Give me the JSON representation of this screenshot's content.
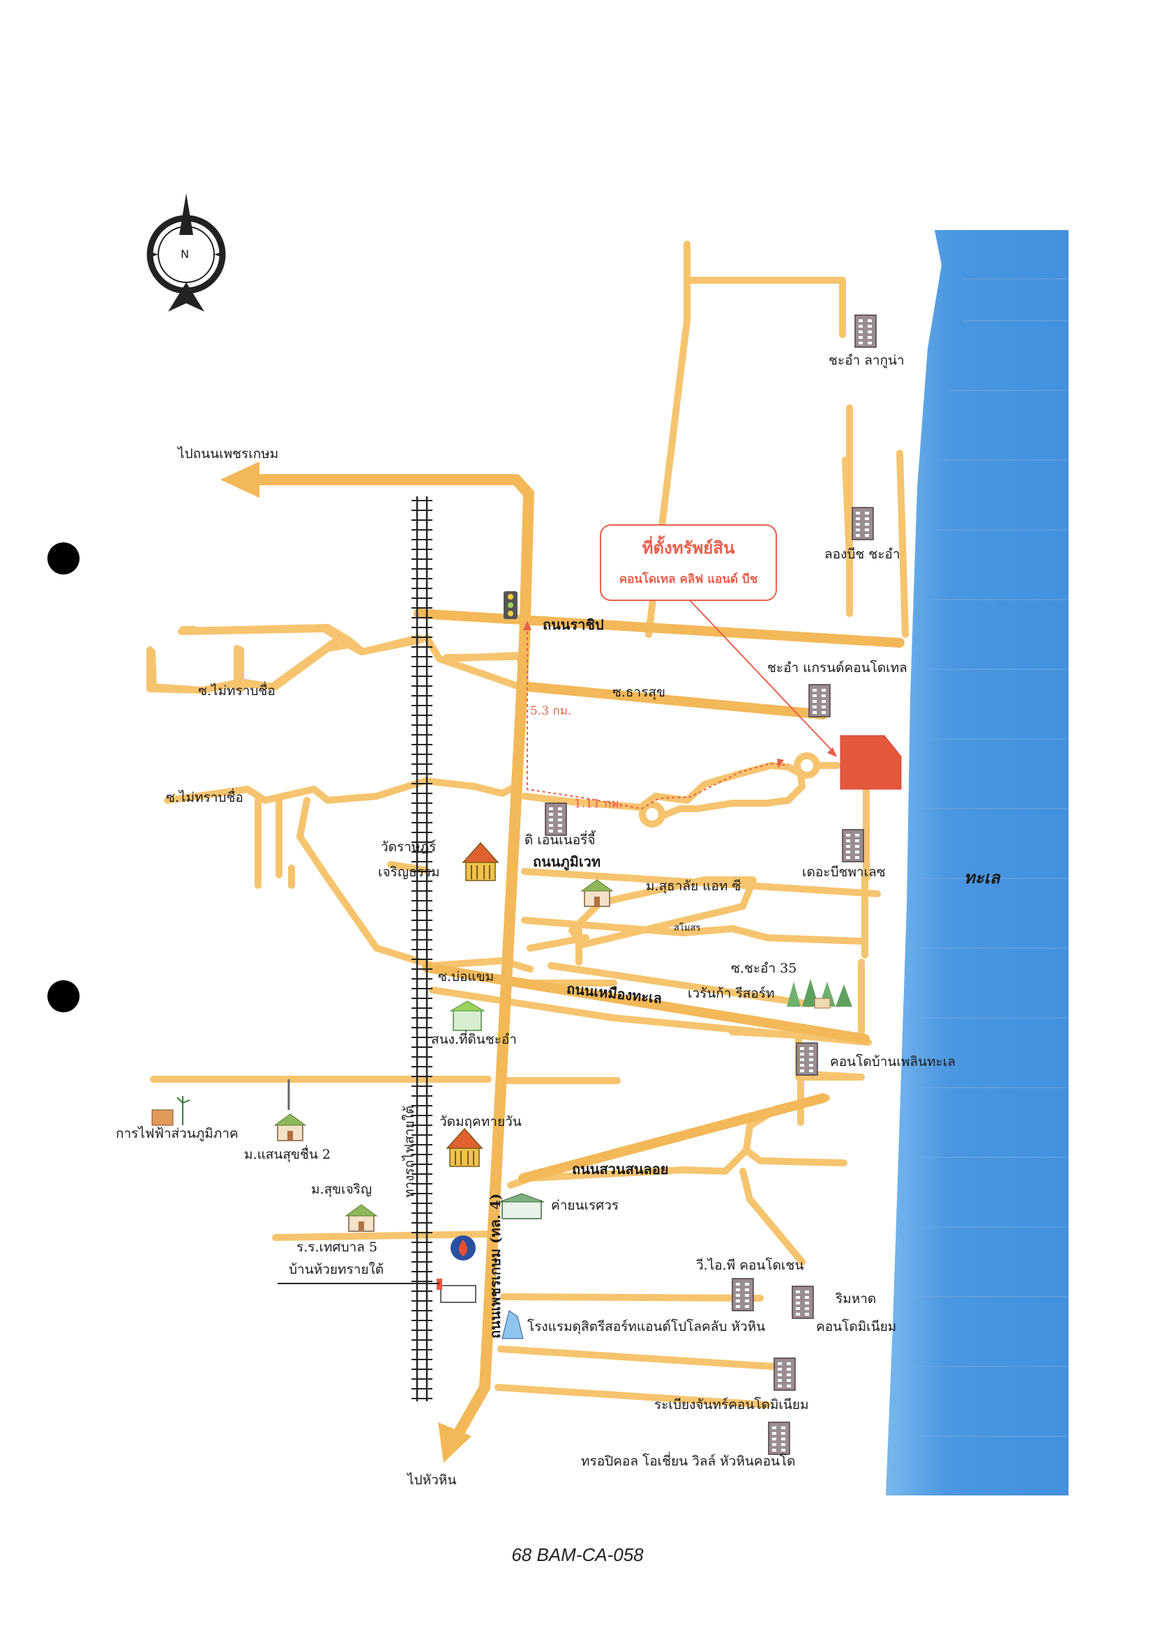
{
  "callout": {
    "title": "ที่ตั้งทรัพย์สิน",
    "subtitle": "คอนโดเทล คลิฟ แอนด์ บีช"
  },
  "sea_label": "ทะเล",
  "footer_code": "68 BAM-CA-058",
  "compass_letter": "N",
  "distances": {
    "north": "5.3 กม.",
    "east": "1.11 กม."
  },
  "roads": {
    "to_phetkasem": "ไปถนนเพชรเกษม",
    "ratchapi": "ถนนราชิป",
    "dharmasuk": "ซ.ธารสุข",
    "unknown_soi_1": "ซ.ไม่ทราบชื่อ",
    "unknown_soi_2": "ซ.ไม่ทราบชื่อ",
    "phumiwet": "ถนนภูมิเวท",
    "soi_boyam": "ซ.บ่อแขม",
    "mueang_thale": "ถนนเหมืองทะเล",
    "soi_chaam_35": "ซ.ชะอำ 35",
    "suan_son_loi": "ถนนสวนสนลอย",
    "phetkasem_main": "ถนนเพชรเกษม (ทล. 4)",
    "railway": "ทางรถไฟสายใต้",
    "to_huahin": "ไปหัวหิน"
  },
  "places": {
    "chaam_laguna": "ชะอำ ลากูน่า",
    "longbeach": "ลองบีช ชะอำ",
    "grand_condotel": "ชะอำ แกรนด์คอนโดเทล",
    "the_anegury": "ดิ เอนเนอรี่จี้",
    "wat_1": "วัดราษฎร์",
    "wat_2": "เจริญธรรม",
    "the_beach_palace": "เดอะบีชพาเลซ",
    "suthalai_hc": "ม.สุธาลัย แอท ซี",
    "pond": "สโมสร",
    "veranda": "เวรันก้า รีสอร์ท",
    "land_office": "สนง.ที่ดินชะอำ",
    "condo_baan_ploen": "คอนโดบ้านเพลินทะเล",
    "pea": "การไฟฟ้าส่วนภูมิภาค",
    "saen_sook_2": "ม.แสนสุขชื่น 2",
    "wat_rudee": "วัดมฤคทายวัน",
    "camp": "ค่ายนเรศวร",
    "suk_charoen": "ม.สุขเจริญ",
    "school": "ร.ร.เทศบาล 5",
    "baan_huai_sai": "บ้านห้วยทรายใต้",
    "vip_condo": "วี.ไอ.พี คอนโดเชน",
    "rimhaad_1": "ริมหาด",
    "rimhaad_2": "คอนโดมิเนียม",
    "dusit": "โรงแรมดุสิตรีสอร์ทแอนด์โปโลคลับ หัวหิน",
    "rabiang_jan": "ระเบียงจันทร์คอนโดมิเนียม",
    "tropical_oasis": "ทรอปิคอล โอเชี่ยน วิลล์ หัวหินคอนโด"
  },
  "colors": {
    "road": "#f6c46e",
    "road_main": "#f3b858",
    "sea": "#4a96e0",
    "sea_shallow": "#6fb0ea",
    "property": "#e5583a",
    "route": "#e8604c",
    "building": "#9a8e94"
  }
}
